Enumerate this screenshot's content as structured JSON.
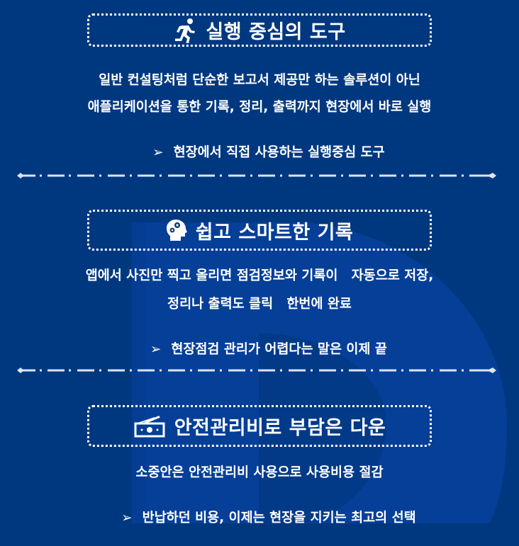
{
  "colors": {
    "background": "#00387f",
    "watermark_light": "#053f98",
    "watermark_dark": "#013a85",
    "text": "#ffffff",
    "separator": "#dde4f2"
  },
  "sections": [
    {
      "icon": "running-person-icon",
      "title": "실행 중심의 도구",
      "lines": [
        "일반 컨설팅처럼 단순한 보고서 제공만 하는 솔루션이 아닌",
        "애플리케이션을 통한 기록, 정리, 출력까지 현장에서 바로 실행"
      ],
      "highlight": {
        "bullet": "➢",
        "text": "현장에서 직접 사용하는 실행중심 도구"
      }
    },
    {
      "icon": "head-gears-icon",
      "title": "쉽고 스마트한 기록",
      "lines": [
        "앱에서 사진만 찍고 올리면 점검정보와 기록이   자동으로 저장,",
        "정리나 출력도 클릭   한번에 완료"
      ],
      "highlight": {
        "bullet": "➢",
        "text": "현장점검 관리가 어렵다는 말은 이제 끝"
      }
    },
    {
      "icon": "money-bill-icon",
      "title": "안전관리비로 부담은 다운",
      "lines": [
        "소중안은 안전관리비 사용으로 사용비용 절감"
      ],
      "highlight": {
        "bullet": "➢",
        "text": "반납하던 비용, 이제는 현장을 지키는 최고의 선택"
      }
    }
  ],
  "separators": [
    {
      "style": "dash-dot-arrow-both-ends"
    },
    {
      "style": "dash-dot-arrow-both-ends"
    }
  ]
}
